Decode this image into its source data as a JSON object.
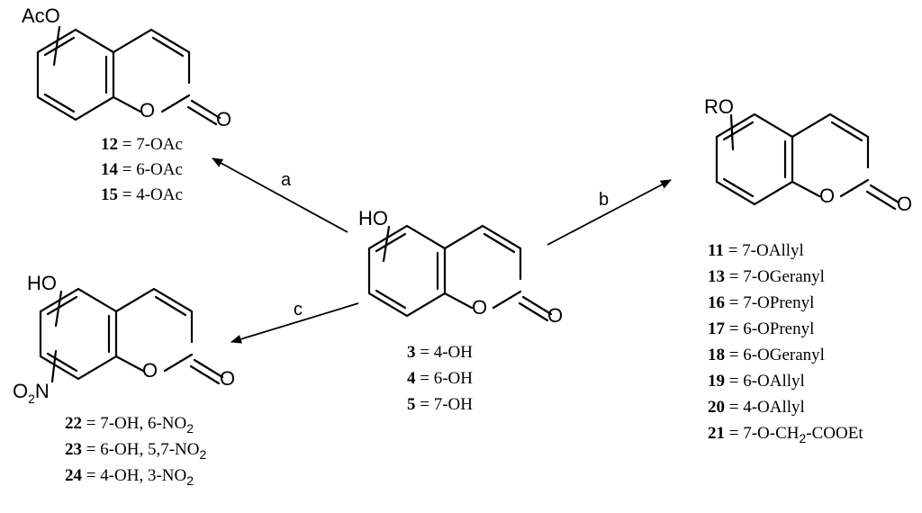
{
  "substituents": {
    "acetoxy": "AcO",
    "alkoxy": "RO",
    "hydroxy": "HO",
    "nitro_main": "O",
    "nitro_sub": "2",
    "nitro_tail": "N",
    "ring_oxygen": "O",
    "carbonyl_oxygen": "O"
  },
  "steps": {
    "a": "a",
    "b": "b",
    "c": "c"
  },
  "center_list": [
    {
      "num": "3",
      "text": " = 4-OH"
    },
    {
      "num": "4",
      "text": " = 6-OH"
    },
    {
      "num": "5",
      "text": " = 7-OH"
    }
  ],
  "acetate_list": [
    {
      "num": "12",
      "text": " = 7-OAc"
    },
    {
      "num": "14",
      "text": " = 6-OAc"
    },
    {
      "num": "15",
      "text": " = 4-OAc"
    }
  ],
  "ether_list": [
    {
      "num": "11",
      "text": " = 7-OAllyl"
    },
    {
      "num": "13",
      "text": " = 7-OGeranyl"
    },
    {
      "num": "16",
      "text": " = 7-OPrenyl"
    },
    {
      "num": "17",
      "text": " = 6-OPrenyl"
    },
    {
      "num": "18",
      "text": " = 6-OGeranyl"
    },
    {
      "num": "19",
      "text": " = 6-OAllyl"
    },
    {
      "num": "20",
      "text": " = 4-OAllyl"
    },
    {
      "num": "21",
      "text": " = 7-O-CH",
      "sub": "2",
      "tail": "-COOEt"
    }
  ],
  "nitro_list": [
    {
      "num": "22",
      "text": " = 7-OH, 6-NO",
      "sub": "2",
      "tail": ""
    },
    {
      "num": "23",
      "text": " = 6-OH, 5,7-NO",
      "sub": "2",
      "tail": ""
    },
    {
      "num": "24",
      "text": " = 4-OH, 3-NO",
      "sub": "2",
      "tail": ""
    }
  ]
}
